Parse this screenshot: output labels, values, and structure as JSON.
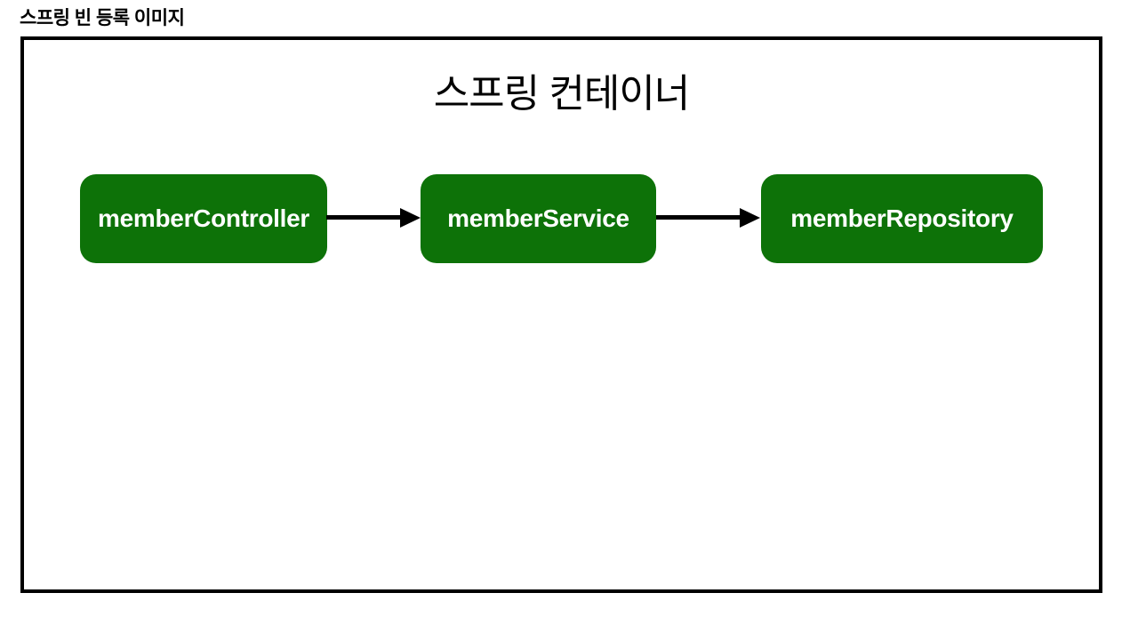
{
  "page_title": "스프링 빈 등록 이미지",
  "container": {
    "title": "스프링 컨테이너",
    "beans": [
      {
        "label": "memberController"
      },
      {
        "label": "memberService"
      },
      {
        "label": "memberRepository"
      }
    ],
    "flow": [
      {
        "from": "memberController",
        "to": "memberService"
      },
      {
        "from": "memberService",
        "to": "memberRepository"
      }
    ]
  },
  "colors": {
    "background": "#ffffff",
    "border": "#000000",
    "arrow": "#000000",
    "bean_fill": "#0d7208",
    "bean_text": "#ffffff",
    "title_text": "#000000"
  }
}
